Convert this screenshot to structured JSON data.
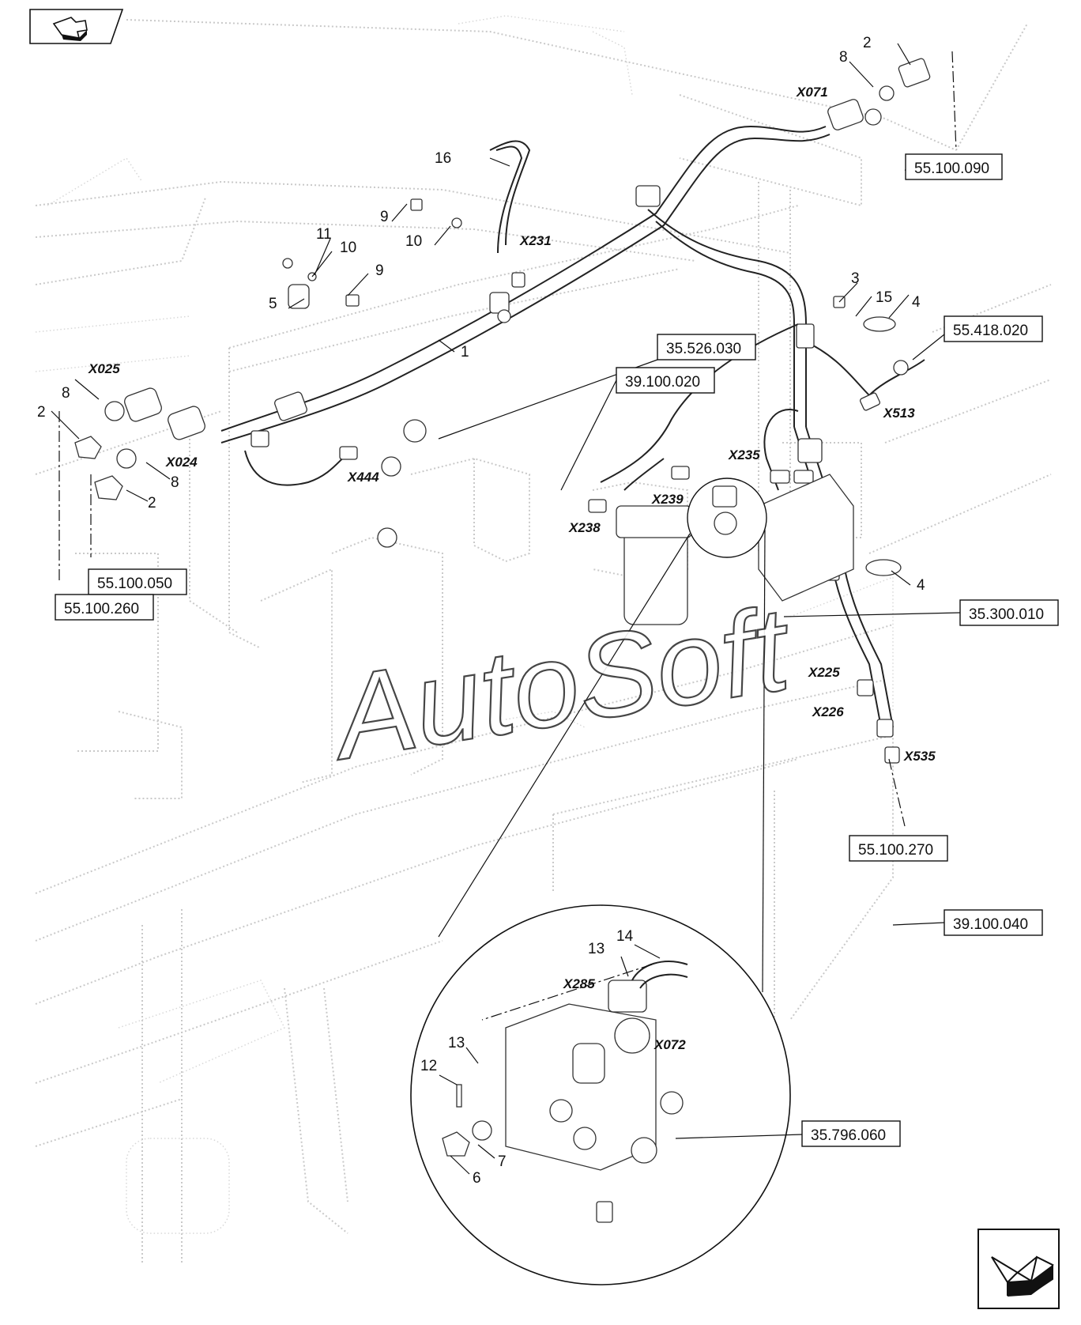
{
  "watermark": "AutoSoft",
  "nav": {
    "prev_icon": "arrow-prev-icon",
    "next_icon": "arrow-next-icon"
  },
  "reference_boxes": [
    "55.100.090",
    "35.526.030",
    "39.100.020",
    "55.418.020",
    "55.100.050",
    "55.100.260",
    "35.300.010",
    "55.100.270",
    "39.100.040",
    "35.796.060"
  ],
  "connectors": [
    "X071",
    "X231",
    "X025",
    "X024",
    "X444",
    "X235",
    "X239",
    "X238",
    "X513",
    "X225",
    "X226",
    "X535",
    "X285",
    "X072"
  ],
  "callouts": [
    "2",
    "8",
    "16",
    "9",
    "10",
    "11",
    "10",
    "9",
    "5",
    "1",
    "3",
    "15",
    "4",
    "8",
    "2",
    "2",
    "8",
    "4",
    "14",
    "13",
    "13",
    "12",
    "7",
    "6"
  ]
}
